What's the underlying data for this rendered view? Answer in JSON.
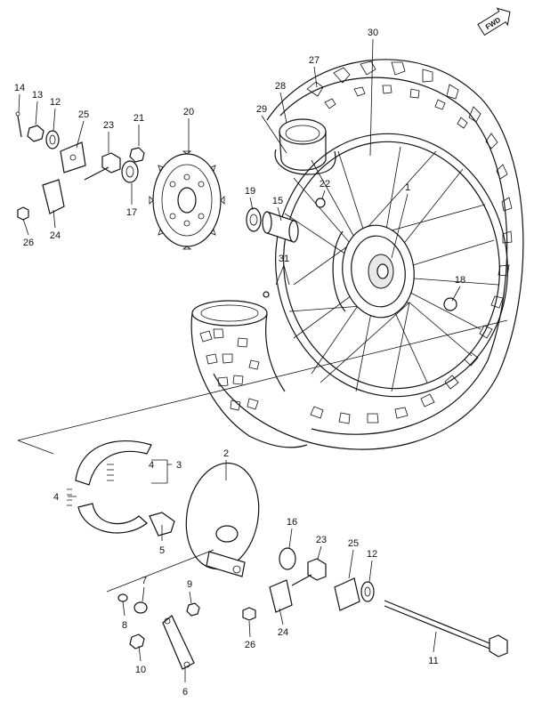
{
  "badge": {
    "text": "FWD"
  },
  "callouts": [
    {
      "id": "c1",
      "text": "1"
    },
    {
      "id": "c2",
      "text": "2"
    },
    {
      "id": "c3",
      "text": "3"
    },
    {
      "id": "c4a",
      "text": "4"
    },
    {
      "id": "c4b",
      "text": "4"
    },
    {
      "id": "c5",
      "text": "5"
    },
    {
      "id": "c6",
      "text": "6"
    },
    {
      "id": "c7",
      "text": "7"
    },
    {
      "id": "c8",
      "text": "8"
    },
    {
      "id": "c9",
      "text": "9"
    },
    {
      "id": "c10",
      "text": "10"
    },
    {
      "id": "c11",
      "text": "11"
    },
    {
      "id": "c12a",
      "text": "12"
    },
    {
      "id": "c12b",
      "text": "12"
    },
    {
      "id": "c13",
      "text": "13"
    },
    {
      "id": "c14",
      "text": "14"
    },
    {
      "id": "c15",
      "text": "15"
    },
    {
      "id": "c16",
      "text": "16"
    },
    {
      "id": "c17",
      "text": "17"
    },
    {
      "id": "c18",
      "text": "18"
    },
    {
      "id": "c19",
      "text": "19"
    },
    {
      "id": "c20",
      "text": "20"
    },
    {
      "id": "c21",
      "text": "21"
    },
    {
      "id": "c22",
      "text": "22"
    },
    {
      "id": "c23a",
      "text": "23"
    },
    {
      "id": "c23b",
      "text": "23"
    },
    {
      "id": "c24a",
      "text": "24"
    },
    {
      "id": "c24b",
      "text": "24"
    },
    {
      "id": "c25a",
      "text": "25"
    },
    {
      "id": "c25b",
      "text": "25"
    },
    {
      "id": "c26a",
      "text": "26"
    },
    {
      "id": "c26b",
      "text": "26"
    },
    {
      "id": "c27",
      "text": "27"
    },
    {
      "id": "c28",
      "text": "28"
    },
    {
      "id": "c29",
      "text": "29"
    },
    {
      "id": "c30",
      "text": "30"
    },
    {
      "id": "c31",
      "text": "31"
    }
  ]
}
